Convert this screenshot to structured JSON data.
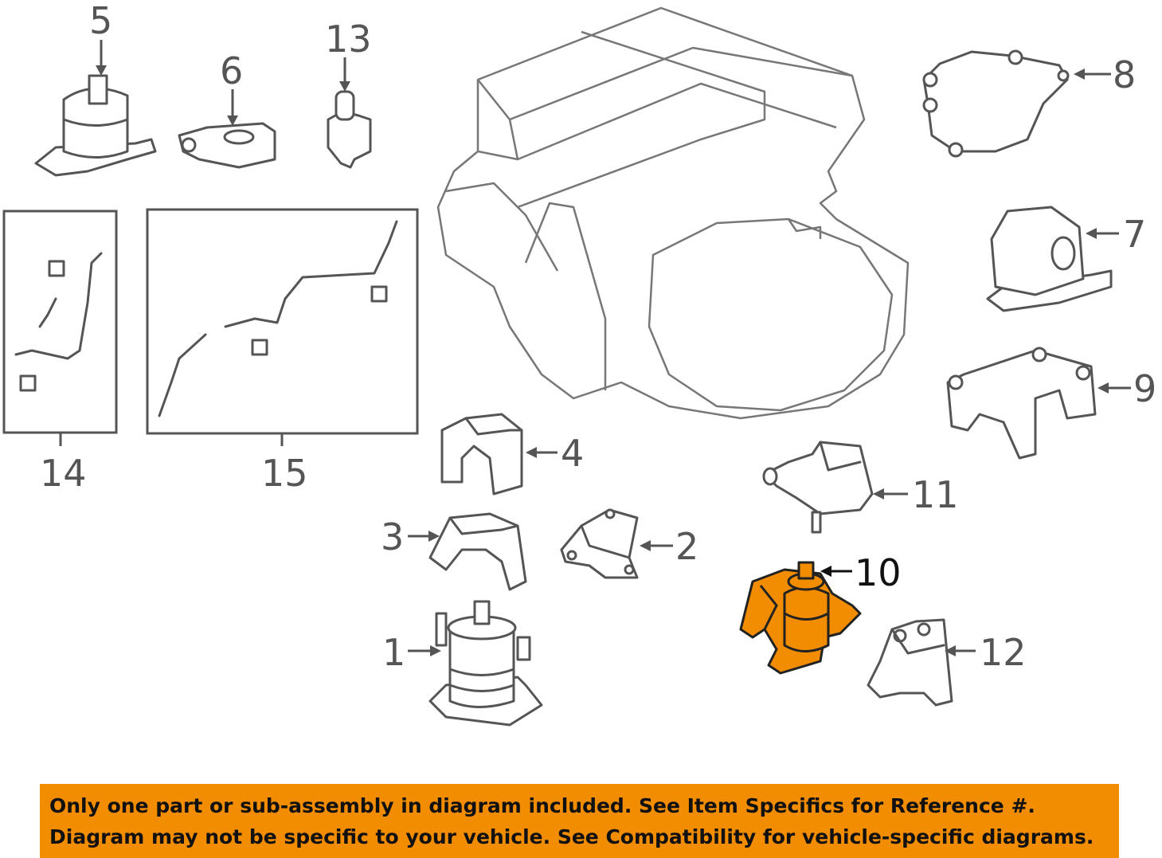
{
  "callouts": {
    "c1": "1",
    "c2": "2",
    "c3": "3",
    "c4": "4",
    "c5": "5",
    "c6": "6",
    "c7": "7",
    "c8": "8",
    "c9": "9",
    "c10": "10",
    "c11": "11",
    "c12": "12",
    "c13": "13",
    "c14": "14",
    "c15": "15"
  },
  "highlighted_part": "10",
  "colors": {
    "highlight": "#F28C00",
    "line": "#555555",
    "banner": "#F28C00"
  },
  "disclaimer": {
    "line1": "Only one part or sub-assembly in diagram included. See Item Specifics for Reference #.",
    "line2": "Diagram may not be specific to your vehicle. See Compatibility for vehicle-specific diagrams."
  }
}
